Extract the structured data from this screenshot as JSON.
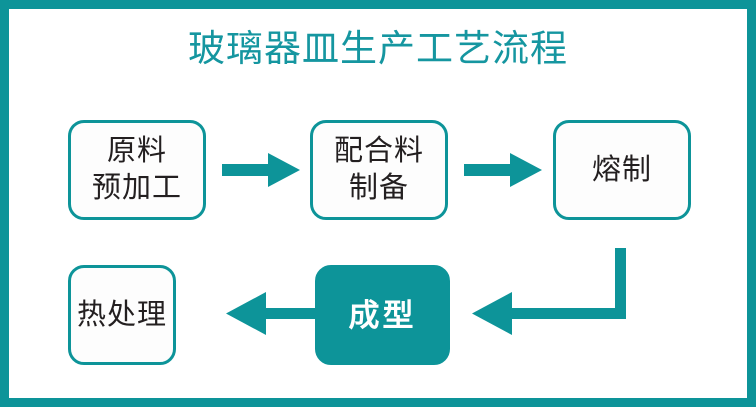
{
  "diagram": {
    "title": "玻璃器皿生产工艺流程",
    "accent_color": "#0d9499",
    "title_color": "#1596a0",
    "text_color": "#231f20",
    "background": "#ffffff",
    "frame": {
      "border_color": "#0d9499",
      "inner_border_color": "#ffffff"
    },
    "nodes": [
      {
        "id": "raw-material",
        "label": "原料\n预加工",
        "style": "outline",
        "row": "top",
        "order": 1
      },
      {
        "id": "batch-prep",
        "label": "配合料\n制备",
        "style": "outline",
        "row": "top",
        "order": 2
      },
      {
        "id": "melting",
        "label": "熔制",
        "style": "outline",
        "row": "top",
        "order": 3
      },
      {
        "id": "forming",
        "label": "成型",
        "style": "filled",
        "row": "bottom",
        "order": 4
      },
      {
        "id": "heat-treatment",
        "label": "热处理",
        "style": "outline",
        "row": "bottom",
        "order": 5
      }
    ],
    "connectors": [
      {
        "id": "raw-material-to-batch-prep",
        "from": "raw-material",
        "to": "batch-prep",
        "direction": "right"
      },
      {
        "id": "batch-prep-to-melting",
        "from": "batch-prep",
        "to": "melting",
        "direction": "right"
      },
      {
        "id": "melting-to-forming",
        "from": "melting",
        "to": "forming",
        "direction": "elbow-down-left"
      },
      {
        "id": "forming-to-heat-treatment",
        "from": "forming",
        "to": "heat-treatment",
        "direction": "left"
      }
    ]
  }
}
